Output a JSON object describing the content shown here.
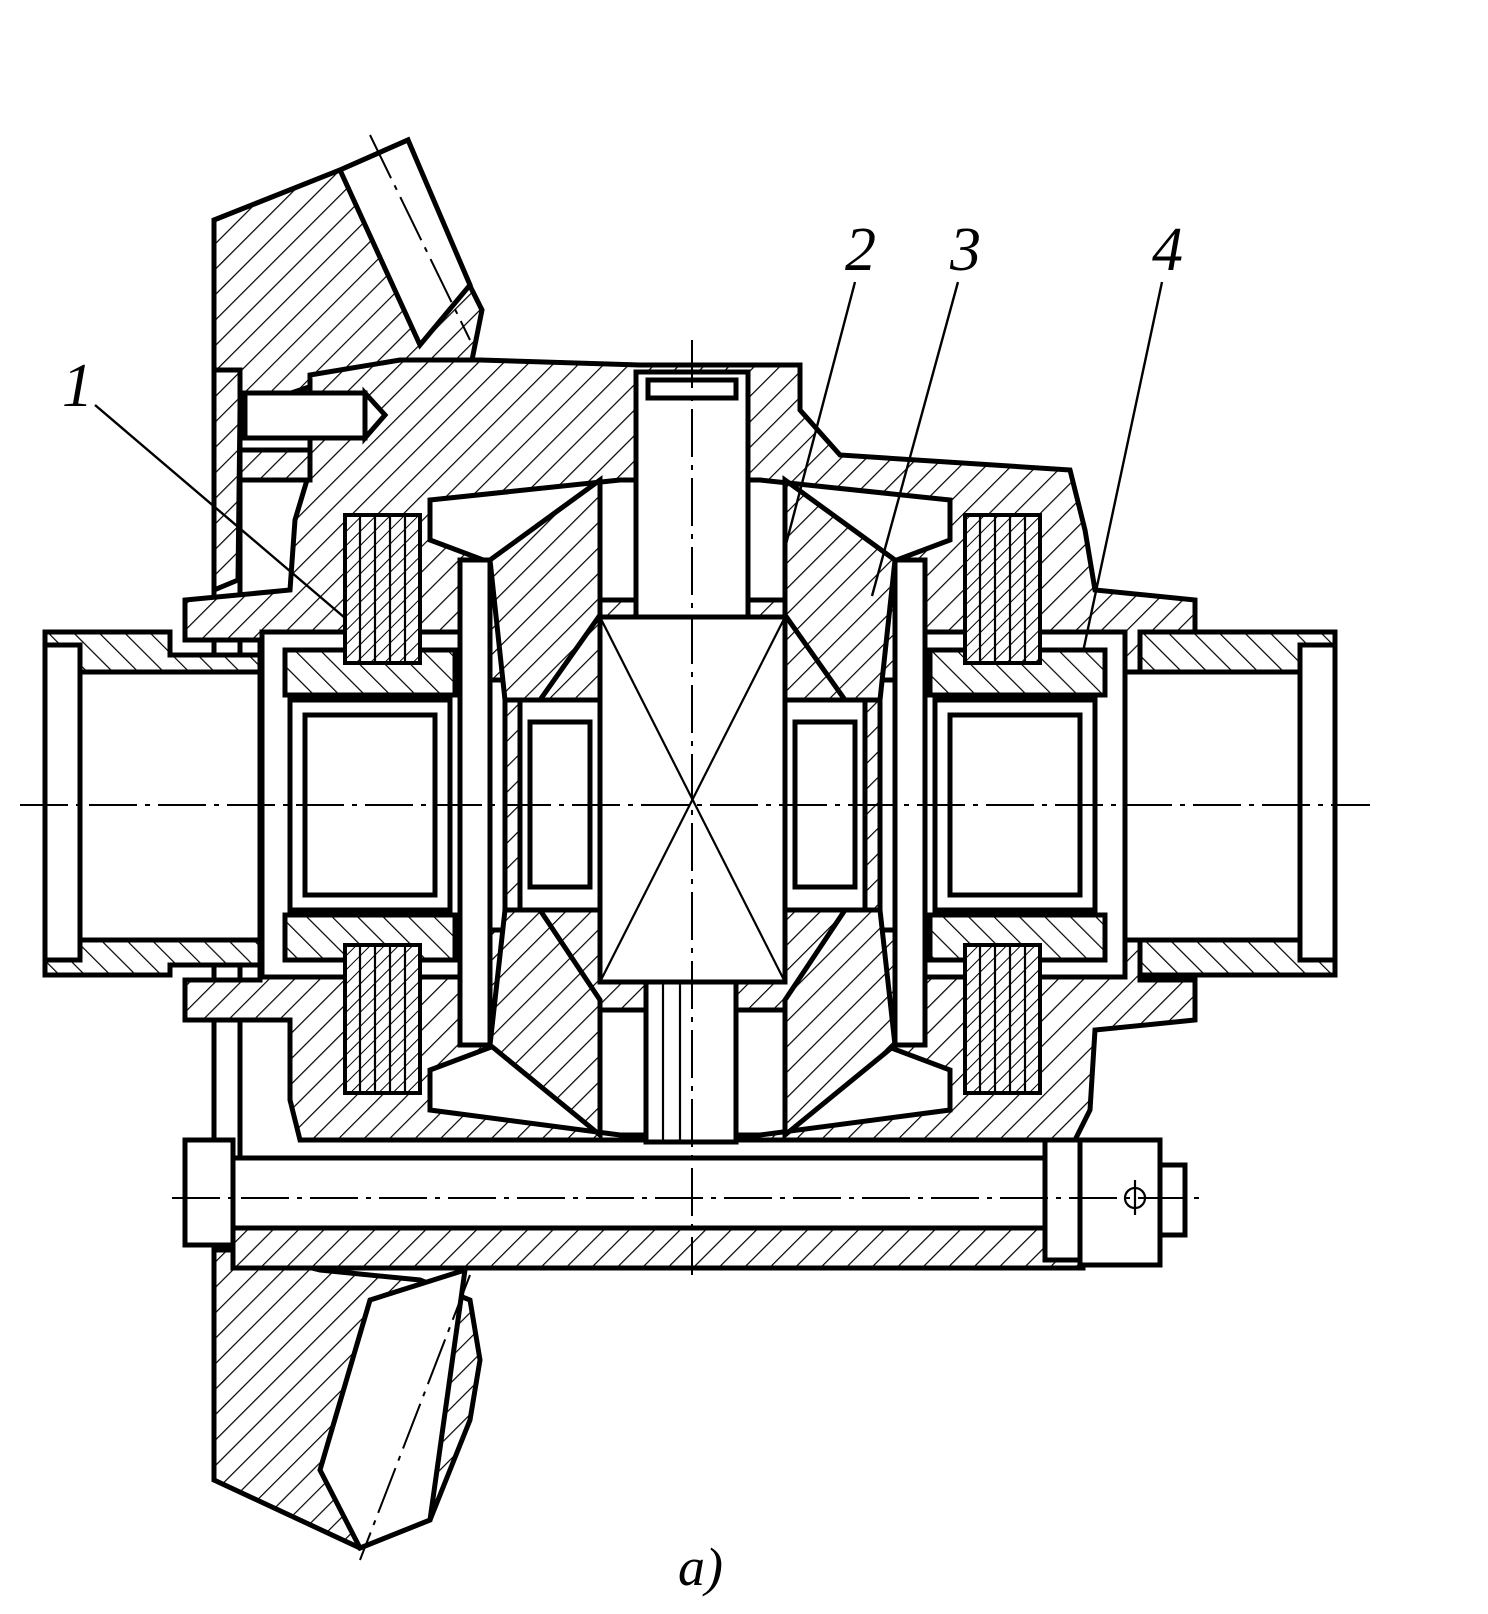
{
  "figure": {
    "caption": "a)",
    "callouts": [
      {
        "id": "1",
        "text": "1"
      },
      {
        "id": "2",
        "text": "2"
      },
      {
        "id": "3",
        "text": "3"
      },
      {
        "id": "4",
        "text": "4"
      }
    ]
  },
  "colors": {
    "ink": "#000000",
    "paper": "#ffffff"
  }
}
